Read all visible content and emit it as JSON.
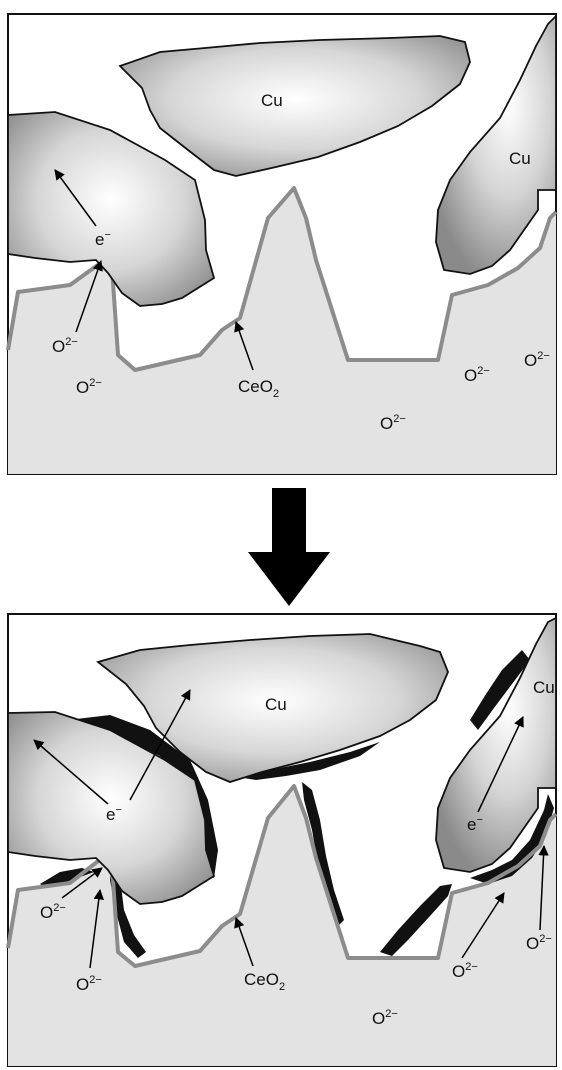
{
  "labels": {
    "cu": "Cu",
    "e": "e",
    "e_sup": "−",
    "o": "O",
    "o_sup": "2−",
    "ceo2_base": "CeO",
    "ceo2_sub": "2"
  },
  "colors": {
    "frame": "#111111",
    "support": "#e3e3e3",
    "interface": "#8c8c8c",
    "deposit": "#111111",
    "arrow": "#000000"
  },
  "icons": {
    "transition": "down-arrow"
  }
}
